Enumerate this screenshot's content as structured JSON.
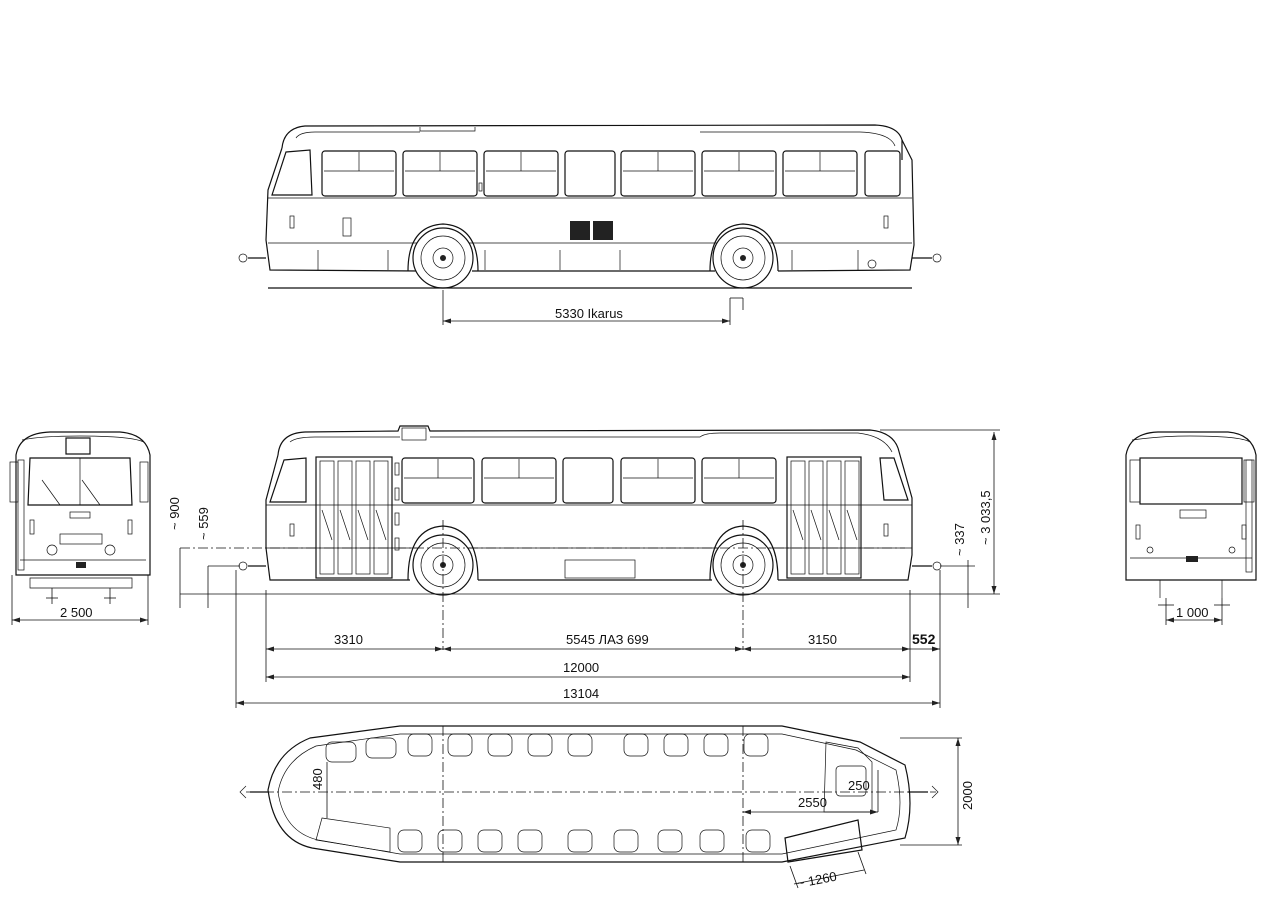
{
  "labels": {
    "wheelbase_ikarus": "5330 Ikarus",
    "front_overhang": "3310",
    "wheelbase_laz": "5545 ЛАЗ 699",
    "rear_overhang": "3150",
    "hitch": "552",
    "length_body": "12000",
    "length_total": "13104",
    "width_front": "2 500",
    "track_rear": "1 000",
    "height_front_900": "~ 900",
    "height_559": "~ 559",
    "height_337": "~ 337",
    "height_total": "~ 3 033,5",
    "seat_pitch": "480",
    "rear_aisle": "2550",
    "rear_seat": "250",
    "plan_width": "2000",
    "door_width": "~ 1260"
  }
}
